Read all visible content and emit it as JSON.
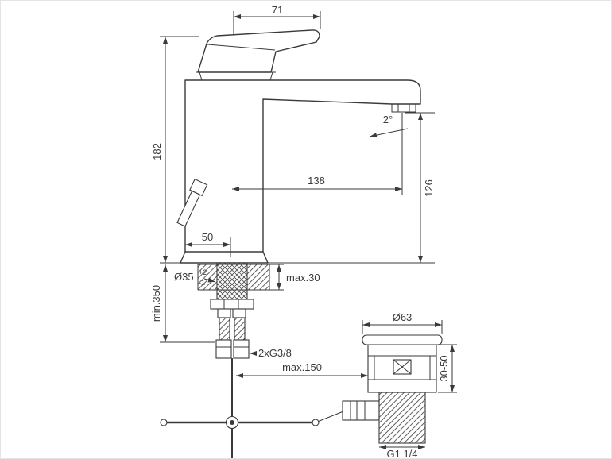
{
  "drawing": {
    "line_color": "#3a3a3a",
    "dims": {
      "handle_offset": "71",
      "body_height": "182",
      "spout_angle": "2°",
      "spout_reach": "138",
      "spout_height": "126",
      "base_offset": "50",
      "hole_dia": "Ø35",
      "hole_tol_plus": "+2",
      "hole_tol_minus": "-1",
      "deck_thickness": "max.30",
      "hose_length": "min.350",
      "hose_thread": "2xG3/8",
      "rod_reach": "max.150",
      "waste_dia": "Ø63",
      "waste_range": "30-50",
      "waste_thread": "G1 1/4"
    }
  }
}
